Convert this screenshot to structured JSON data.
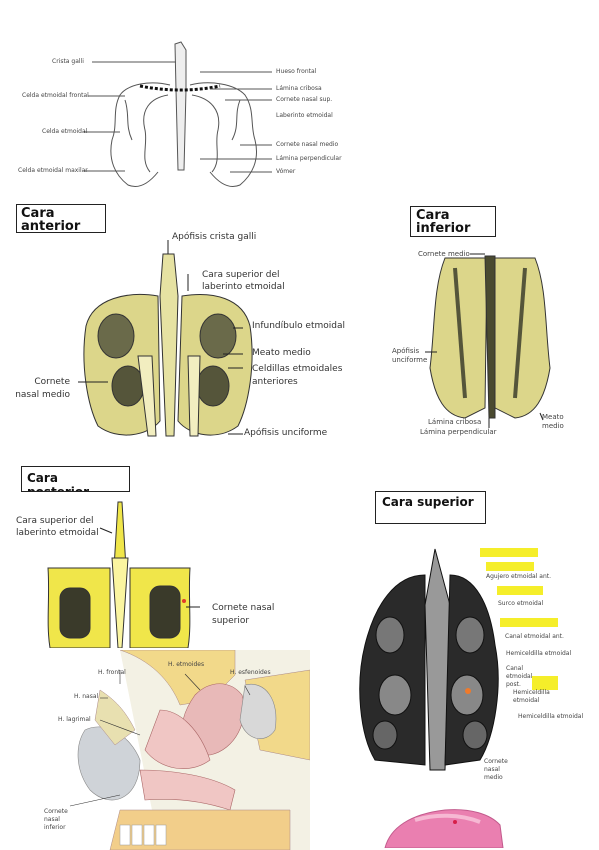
{
  "top_diagram": {
    "labels": {
      "crista_galli": "Crista galli",
      "celda_etmoidal_frontal": "Celda etmoidal frontal",
      "celda_etmoidal": "Celda etmoidal",
      "celda_etmoidal_maxilar": "Celda etmoidal maxilar",
      "hueso_frontal": "Hueso frontal",
      "lamina_cribosa": "Lámina cribosa",
      "cornete_nasal_sup": "Cornete nasal sup.",
      "laberinto_etmoidal": "Laberinto etmoidal",
      "cornete_nasal_medio": "Cornete nasal medio",
      "lamina_perpendicular": "Lámina perpendicular",
      "vomer": "Vómer"
    }
  },
  "cara_anterior": {
    "title": "Cara anterior",
    "labels": {
      "apofisis_crista_galli": "Apófisis crista galli",
      "cara_superior": "Cara superior del laberinto etmoidal",
      "infundibulo": "Infundíbulo etmoidal",
      "meato_medio": "Meato medio",
      "celdillas": "Celdillas etmoidales anteriores",
      "cornete_nasal_medio": "Cornete nasal medio",
      "apofisis_unciforme": "Apófisis unciforme"
    }
  },
  "cara_inferior": {
    "title": "Cara inferior",
    "labels": {
      "cornete_medio": "Cornete medio",
      "apofisis_unciforme": "Apófisis unciforme",
      "lamina_cribosa": "Lámina cribosa",
      "lamina_perpendicular": "Lámina perpendicular",
      "meato_medio": "Meato medio"
    }
  },
  "cara_posterior": {
    "title": "Cara posterior",
    "labels": {
      "cara_superior": "Cara superior del laberinto etmoidal",
      "cornete_nasal_superior": "Cornete nasal superior"
    }
  },
  "cara_superior": {
    "title": "Cara superior",
    "labels": {
      "apofisis_etmoidal_ant": "Agujero etmoidal ant.",
      "surco_etmoidal": "Surco etmoidal",
      "canal_etmoidal_ant": "Canal etmoidal ant.",
      "hemiceldilla_etmoidal": "Hemiceldilla etmoidal",
      "canal_etmoidal_post": "Canal etmoidal post.",
      "hemiceldilla_etmoidal_2": "Hemiceldilla etmoidal",
      "cornete_nasal_medio": "Cornete nasal medio"
    },
    "highlight_color": "#f5ee2a"
  },
  "lateral_view": {
    "labels": {
      "h_frontal": "H. frontal",
      "h_etmoides": "H. etmoides",
      "h_esfenoides": "H. esfenoides",
      "h_nasal": "H. nasal",
      "h_lagrimal": "H. lagrimal",
      "cornete_nasal_inferior": "Cornete nasal inferior"
    }
  }
}
